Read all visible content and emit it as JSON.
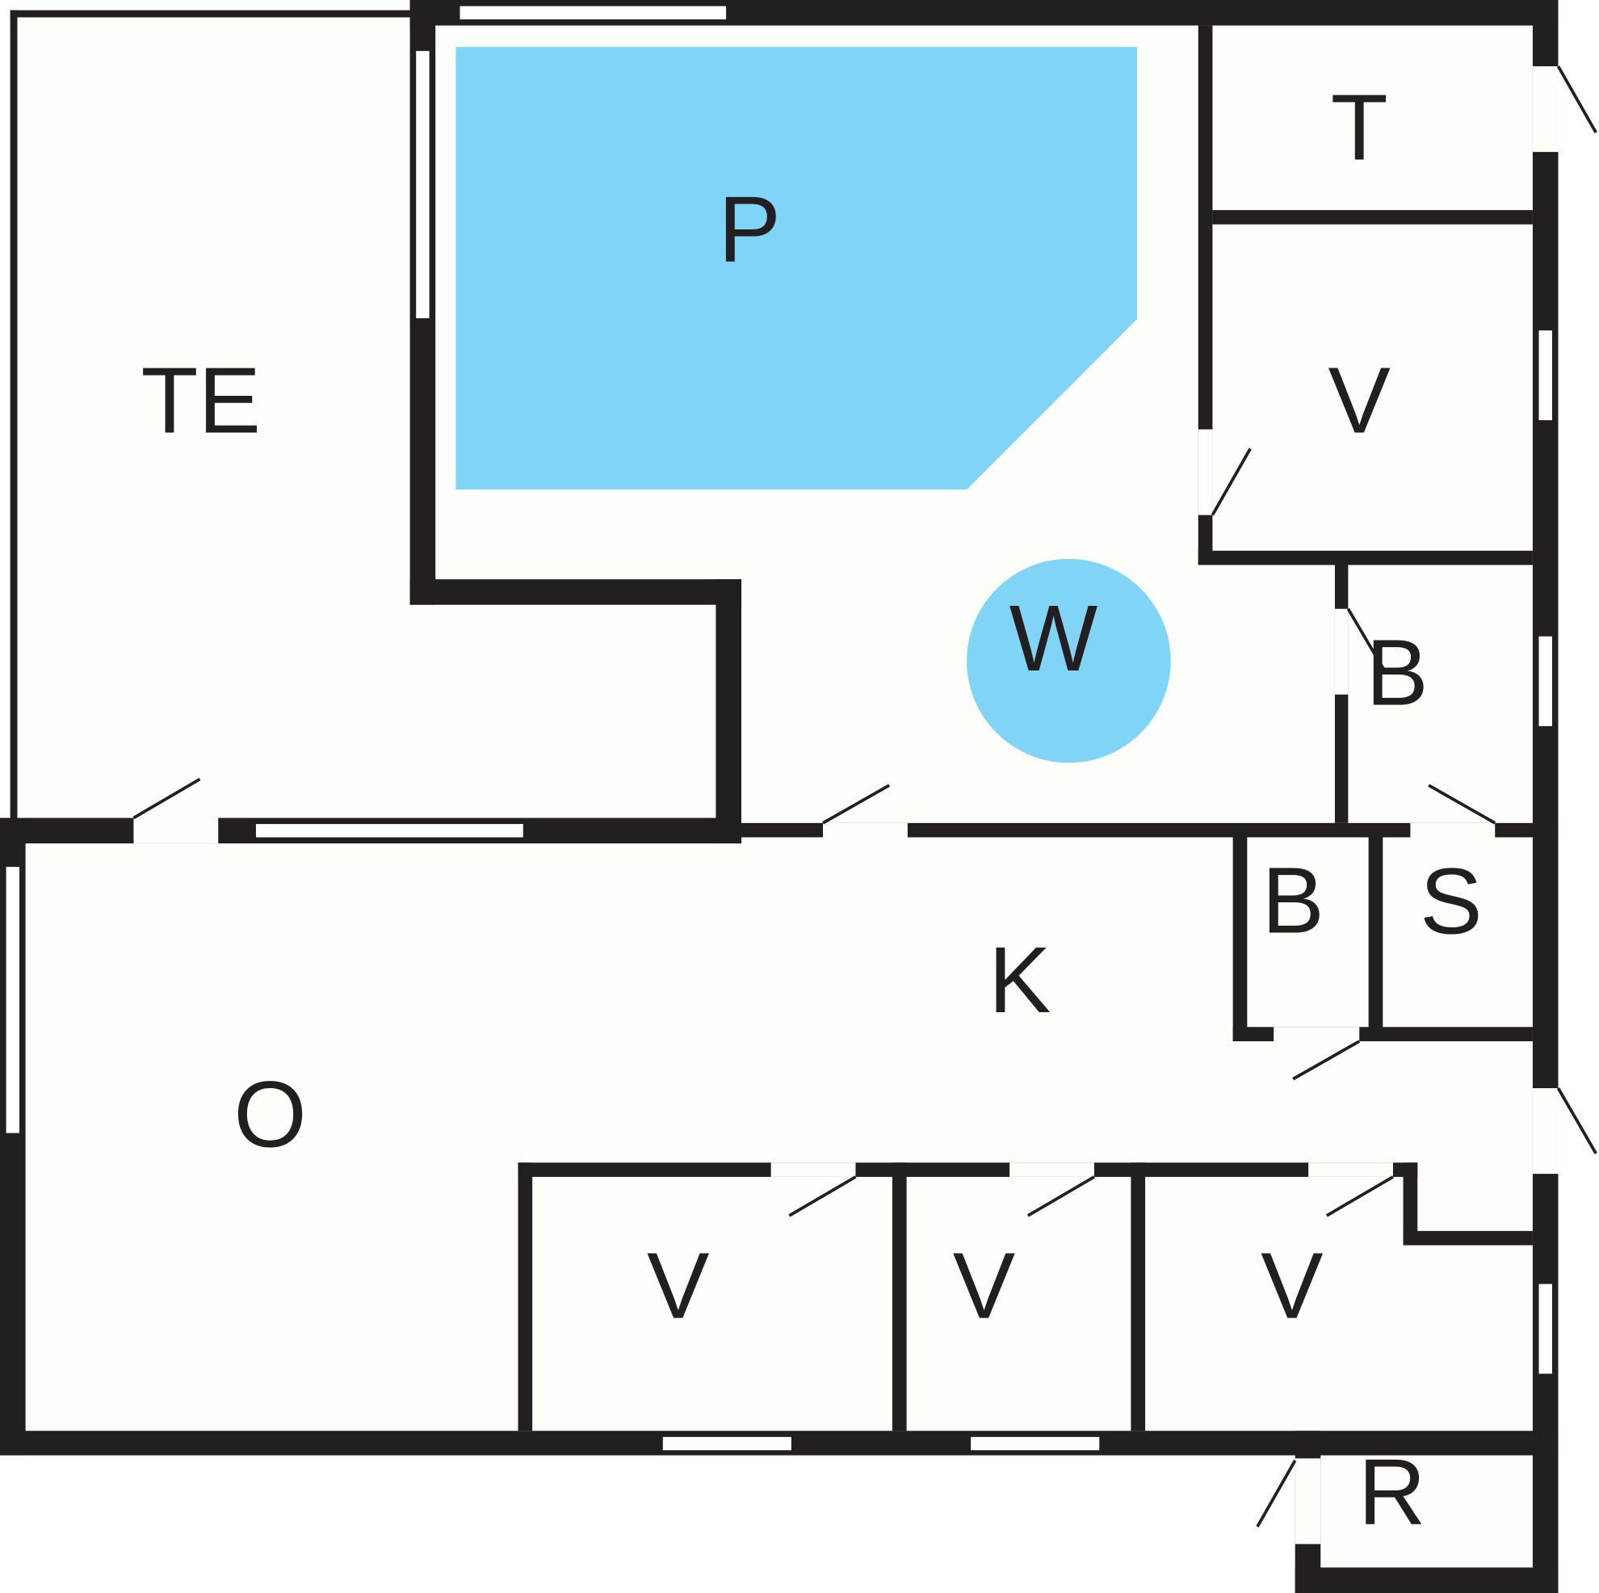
{
  "plan": {
    "title": "Floor plan",
    "colors": {
      "water": "#80d5f7",
      "wall": "#231f20",
      "floor": "#fdfdf9"
    },
    "rooms": {
      "terrace": "TE",
      "pool": "P",
      "toilet": "T",
      "bedroom_top": "V",
      "whirlpool": "W",
      "bath_right": "B",
      "bath_small": "B",
      "sauna": "S",
      "kitchen": "K",
      "living": "O",
      "bedroom_1": "V",
      "bedroom_2": "V",
      "bedroom_3": "V",
      "storage": "R"
    }
  }
}
